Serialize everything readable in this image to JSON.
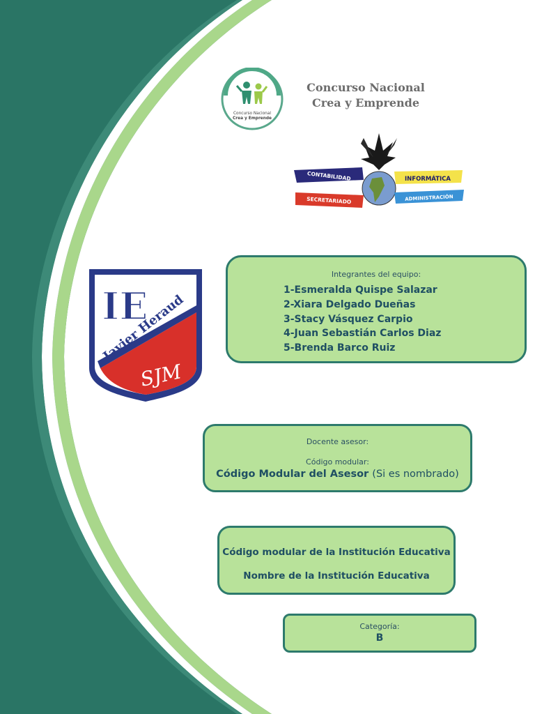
{
  "contest": {
    "logo_caption_line1": "Concurso Nacional",
    "logo_caption_line2": "Crea y Emprende",
    "title_line1": "Concurso Nacional",
    "title_line2": "Crea y Emprende"
  },
  "specialty_banner": {
    "ribbons": [
      "CONTABILIDAD",
      "INFORMÁTICA",
      "SECRETARIADO",
      "ADMINISTRACIÓN"
    ]
  },
  "school_crest": {
    "letters": "IE",
    "name": "Javier Heraud",
    "initials": "SJM"
  },
  "team": {
    "heading": "Integrantes del equipo:",
    "members": [
      "1-Esmeralda Quispe Salazar",
      "2-Xiara Delgado Dueñas",
      "3-Stacy Vásquez Carpio",
      "4-Juan Sebastián Carlos Diaz",
      "5-Brenda Barco Ruiz"
    ]
  },
  "advisor": {
    "label": "Docente asesor:",
    "code_label": "Código modular:",
    "code_value": "Código Modular del Asesor",
    "code_note": "(Si es nombrado)"
  },
  "institution": {
    "code": "Código modular de la Institución Educativa",
    "name": "Nombre de la Institución Educativa"
  },
  "category": {
    "label": "Categoría:",
    "value": "B"
  },
  "colors": {
    "dark_green": "#2a7565",
    "mid_green": "#3d8a78",
    "light_green": "#a9d78b",
    "box_fill": "#b8e29a",
    "box_border": "#2d7a6c",
    "text_blue": "#1f4f63"
  }
}
